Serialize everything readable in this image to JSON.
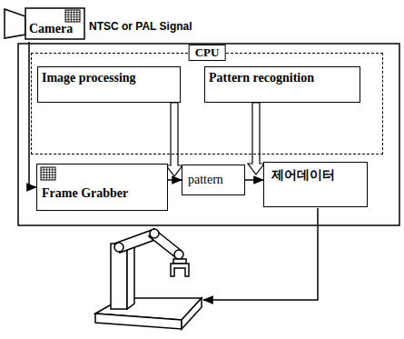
{
  "diagram": {
    "nodes": [
      {
        "text": [
          "Camera"
        ]
      },
      {
        "text": [
          "CPU"
        ]
      },
      {
        "text": [
          "Image processing"
        ],
        "in": 1
      },
      {
        "text": [
          "Pattern recognition"
        ],
        "in": 1
      },
      {
        "text": [
          "Frame Grabber"
        ]
      },
      {
        "text": [
          "pattern"
        ]
      },
      {
        "text": [
          "제어데이터"
        ]
      }
    ],
    "edges": [
      {
        "from": 0,
        "to": 4,
        "arrow": "to"
      },
      {
        "from": 4,
        "to": 5,
        "arrow": "to"
      },
      {
        "from": 5,
        "to": 6,
        "arrow": "to"
      }
    ],
    "labels": [
      "NTSC or PAL Signal"
    ]
  }
}
